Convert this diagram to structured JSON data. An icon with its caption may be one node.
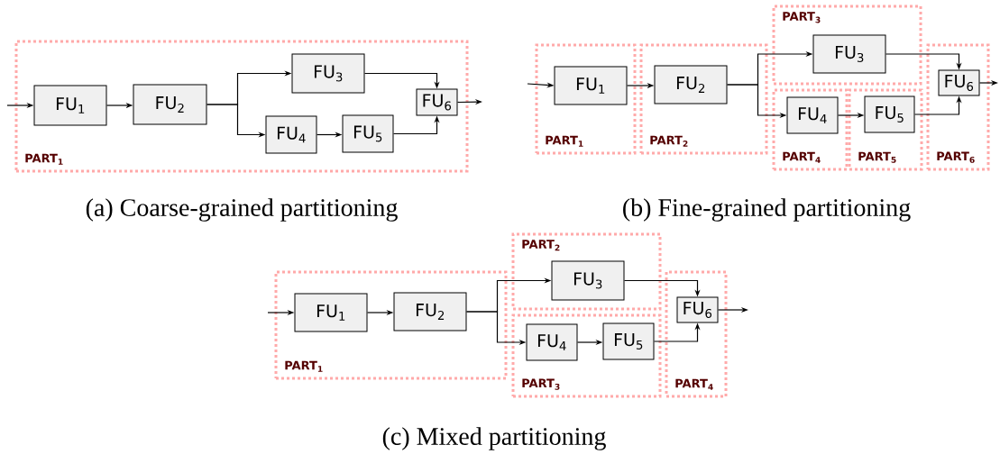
{
  "diagram": {
    "nodes": [
      {
        "text": [
          "PART$_{1}$"
        ]
      },
      {
        "text": [
          "FU$_{1}$"
        ],
        "in": 0
      },
      {
        "text": [
          "FU$_{2}$"
        ],
        "in": 0
      },
      {
        "text": [
          "FU$_{3}$"
        ],
        "in": 0
      },
      {
        "text": [
          "FU$_{4}$"
        ],
        "in": 0
      },
      {
        "text": [
          "FU$_{5}$"
        ],
        "in": 0
      },
      {
        "text": [
          "FU$_{6}$"
        ],
        "in": 0
      },
      {
        "text": [
          "PART$_{1}$"
        ]
      },
      {
        "text": [
          "PART$_{2}$"
        ]
      },
      {
        "text": [
          "PART$_{3}$"
        ]
      },
      {
        "text": [
          "PART$_{4}$"
        ]
      },
      {
        "text": [
          "PART$_{5}$"
        ]
      },
      {
        "text": [
          "PART$_{6}$"
        ]
      },
      {
        "text": [
          "FU$_{1}$"
        ],
        "in": 7
      },
      {
        "text": [
          "FU$_{2}$"
        ],
        "in": 8
      },
      {
        "text": [
          "FU$_{3}$"
        ],
        "in": 9
      },
      {
        "text": [
          "FU$_{4}$"
        ],
        "in": 10
      },
      {
        "text": [
          "FU$_{5}$"
        ],
        "in": 11
      },
      {
        "text": [
          "FU$_{6}$"
        ],
        "in": 12
      },
      {
        "text": [
          "PART$_{1}$"
        ]
      },
      {
        "text": [
          "PART$_{2}$"
        ]
      },
      {
        "text": [
          "PART$_{3}$"
        ]
      },
      {
        "text": [
          "PART$_{4}$"
        ]
      },
      {
        "text": [
          "FU$_{1}$"
        ],
        "in": 19
      },
      {
        "text": [
          "FU$_{2}$"
        ],
        "in": 19
      },
      {
        "text": [
          "FU$_{3}$"
        ],
        "in": 20
      },
      {
        "text": [
          "FU$_{4}$"
        ],
        "in": 21
      },
      {
        "text": [
          "FU$_{5}$"
        ],
        "in": 21
      },
      {
        "text": [
          "FU$_{6}$"
        ],
        "in": 22
      }
    ],
    "edges": [
      {
        "from": null,
        "to": 1,
        "arrow": "to"
      },
      {
        "from": 1,
        "to": 2,
        "arrow": "to"
      },
      {
        "from": 2,
        "to": 3,
        "arrow": "to"
      },
      {
        "from": 2,
        "to": 4,
        "arrow": "to"
      },
      {
        "from": 4,
        "to": 5,
        "arrow": "to"
      },
      {
        "from": 3,
        "to": 6,
        "arrow": "to"
      },
      {
        "from": 5,
        "to": 6,
        "arrow": "to"
      },
      {
        "from": 6,
        "to": null,
        "arrow": "to"
      },
      {
        "from": null,
        "to": 13,
        "arrow": "to"
      },
      {
        "from": 13,
        "to": 14,
        "arrow": "to"
      },
      {
        "from": 14,
        "to": 15,
        "arrow": "to"
      },
      {
        "from": 14,
        "to": 16,
        "arrow": "to"
      },
      {
        "from": 16,
        "to": 17,
        "arrow": "to"
      },
      {
        "from": 15,
        "to": 18,
        "arrow": "to"
      },
      {
        "from": 17,
        "to": 18,
        "arrow": "to"
      },
      {
        "from": 18,
        "to": null,
        "arrow": "to"
      },
      {
        "from": null,
        "to": 23,
        "arrow": "to"
      },
      {
        "from": 23,
        "to": 24,
        "arrow": "to"
      },
      {
        "from": 24,
        "to": 25,
        "arrow": "to"
      },
      {
        "from": 24,
        "to": 26,
        "arrow": "to"
      },
      {
        "from": 26,
        "to": 27,
        "arrow": "to"
      },
      {
        "from": 25,
        "to": 28,
        "arrow": "to"
      },
      {
        "from": 27,
        "to": 28,
        "arrow": "to"
      },
      {
        "from": 28,
        "to": null,
        "arrow": "to"
      }
    ],
    "labels": [
      "(a) Coarse-grained partitioning",
      "(b) Fine-grained partitioning",
      "(c) Mixed partitioning"
    ]
  }
}
